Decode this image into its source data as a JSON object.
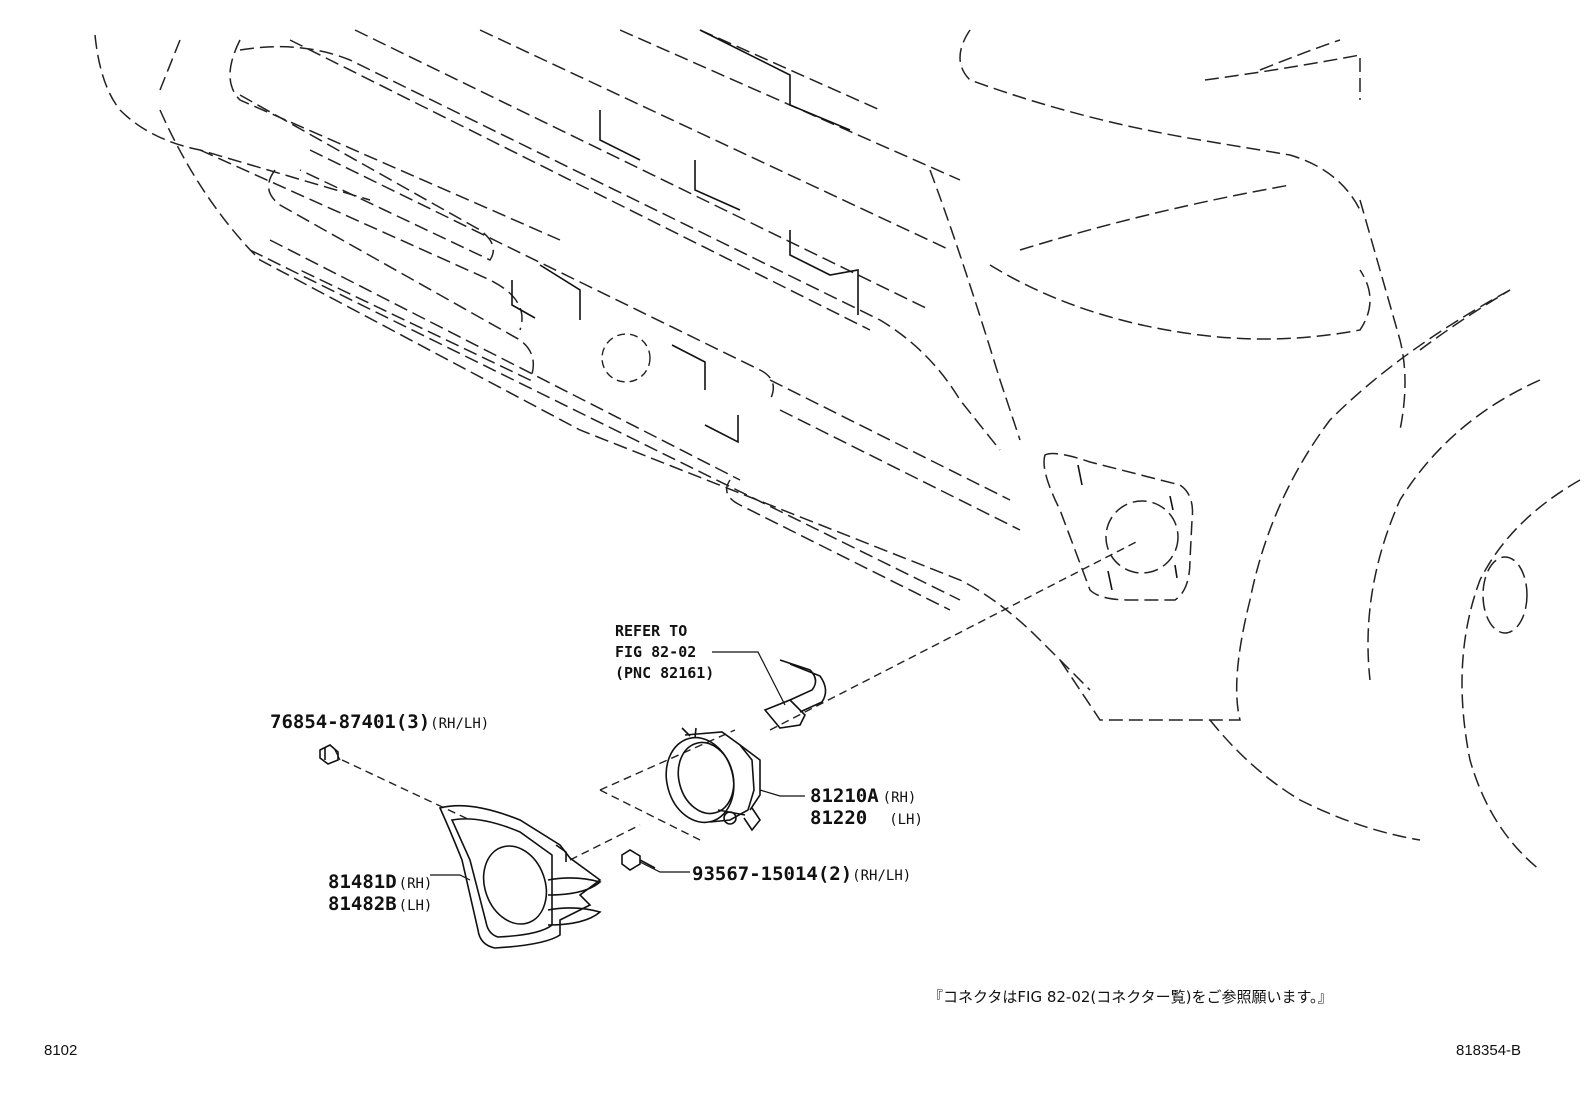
{
  "labels": {
    "clip": {
      "pn": "76854-87401",
      "qty": "(3)",
      "side": "(RH/LH)"
    },
    "bezel_rh": {
      "pn": "81481D",
      "side": "(RH)"
    },
    "bezel_lh": {
      "pn": "81482B",
      "side": "(LH)"
    },
    "fog_rh": {
      "pn": "81210A",
      "side": "(RH)"
    },
    "fog_lh": {
      "pn": "81220",
      "side": "(LH)"
    },
    "screw": {
      "pn": "93567-15014",
      "qty": "(2)",
      "side": "(RH/LH)"
    },
    "refer": {
      "line1": "REFER TO",
      "line2": "FIG 82-02",
      "line3": "(PNC 82161)"
    }
  },
  "note": "『コネクタはFIG 82-02(コネクター覧)をご参照願います。』",
  "footer": {
    "page_code": "8102",
    "figure_id": "818354-B"
  }
}
